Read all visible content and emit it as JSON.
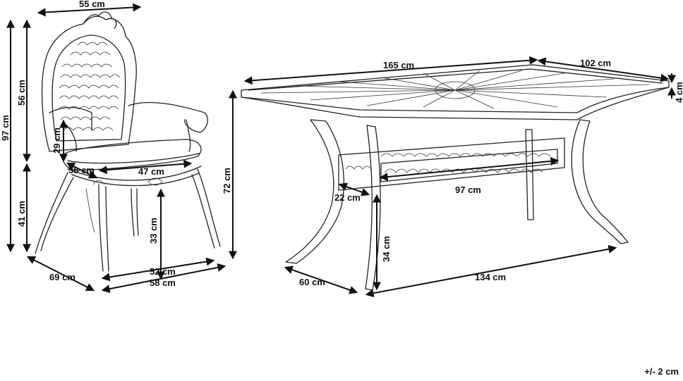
{
  "chair": {
    "width": "55 cm",
    "height_total": "97 cm",
    "back_height": "56 cm",
    "seat_height": "41 cm",
    "arm_height": "29 cm",
    "seat_depth": "58 cm",
    "seat_width": "47 cm",
    "under_seat": "33 cm",
    "depth": "69 cm",
    "inner_width": "52 cm",
    "outer_width": "58 cm"
  },
  "table": {
    "length": "165 cm",
    "width": "102 cm",
    "top_thickness": "4 cm",
    "height": "72 cm",
    "apron": "22 cm",
    "inner_length": "97 cm",
    "leg_clearance": "34 cm",
    "base_width": "60 cm",
    "base_length": "134 cm"
  },
  "tolerance": "+/- 2 cm"
}
